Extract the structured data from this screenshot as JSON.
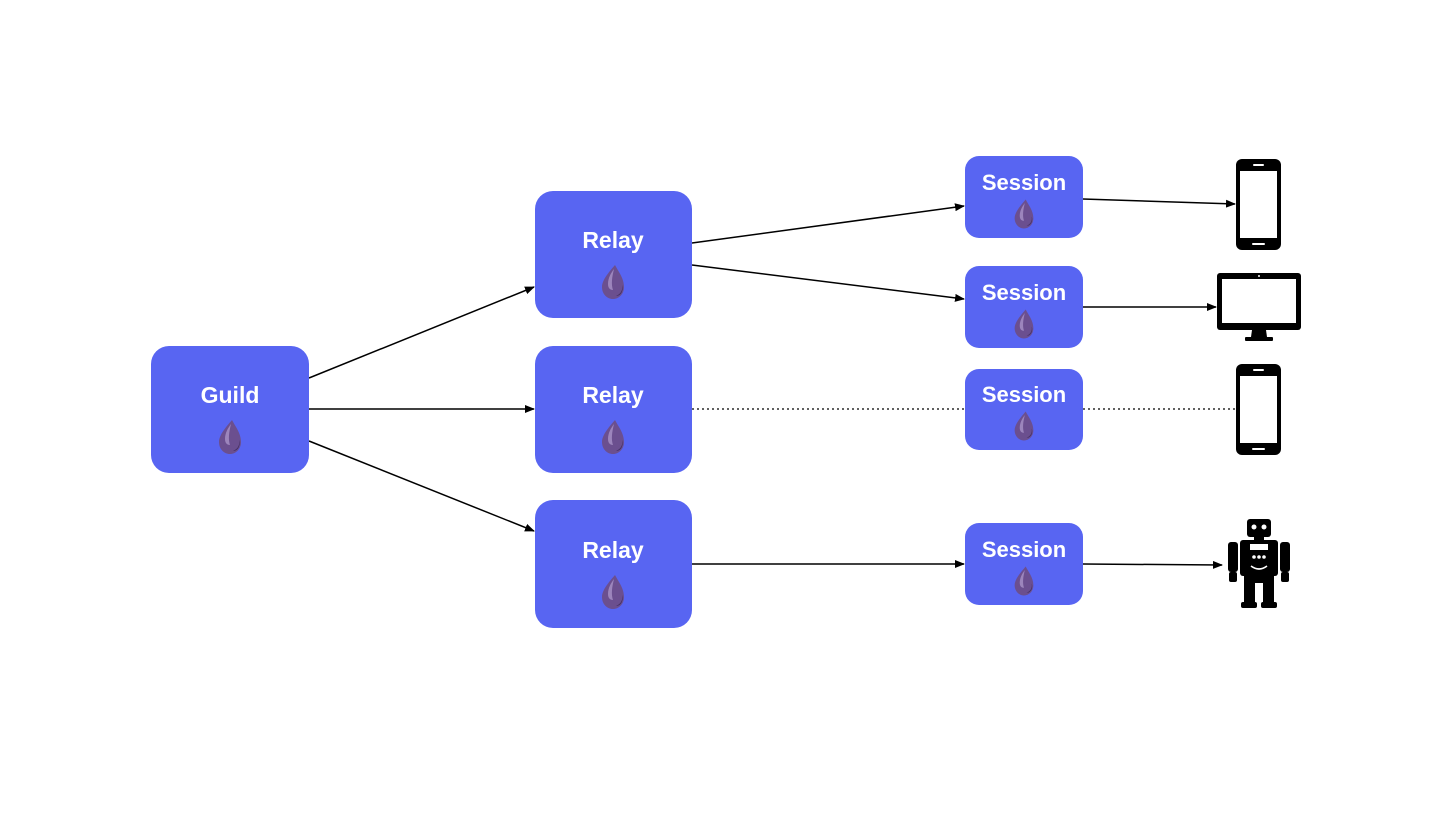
{
  "diagram": {
    "colors": {
      "node_fill": "#5865F2",
      "node_text": "#ffffff",
      "edge": "#000000",
      "device": "#000000",
      "drop_main": "#6b4f8f",
      "drop_light": "#a48ec4",
      "drop_dark": "#3d2a5a"
    },
    "nodes": {
      "guild": {
        "label": "Guild",
        "icon": "elixir-drop-icon"
      },
      "relay_1": {
        "label": "Relay",
        "icon": "elixir-drop-icon"
      },
      "relay_2": {
        "label": "Relay",
        "icon": "elixir-drop-icon"
      },
      "relay_3": {
        "label": "Relay",
        "icon": "elixir-drop-icon"
      },
      "session_1": {
        "label": "Session",
        "icon": "elixir-drop-icon"
      },
      "session_2": {
        "label": "Session",
        "icon": "elixir-drop-icon"
      },
      "session_3": {
        "label": "Session",
        "icon": "elixir-drop-icon"
      },
      "session_4": {
        "label": "Session",
        "icon": "elixir-drop-icon"
      }
    },
    "devices": {
      "device_1": {
        "icon": "smartphone-icon"
      },
      "device_2": {
        "icon": "desktop-monitor-icon"
      },
      "device_3": {
        "icon": "smartphone-icon"
      },
      "device_4": {
        "icon": "robot-icon"
      }
    },
    "edges": [
      {
        "from": "guild",
        "to": "relay_1",
        "style": "solid",
        "arrow": true
      },
      {
        "from": "guild",
        "to": "relay_2",
        "style": "solid",
        "arrow": true
      },
      {
        "from": "guild",
        "to": "relay_3",
        "style": "solid",
        "arrow": true
      },
      {
        "from": "relay_1",
        "to": "session_1",
        "style": "solid",
        "arrow": true
      },
      {
        "from": "relay_1",
        "to": "session_2",
        "style": "solid",
        "arrow": true
      },
      {
        "from": "relay_2",
        "to": "session_3",
        "style": "dotted",
        "arrow": false
      },
      {
        "from": "relay_3",
        "to": "session_4",
        "style": "solid",
        "arrow": true
      },
      {
        "from": "session_1",
        "to": "device_1",
        "style": "solid",
        "arrow": true
      },
      {
        "from": "session_2",
        "to": "device_2",
        "style": "solid",
        "arrow": true
      },
      {
        "from": "session_3",
        "to": "device_3",
        "style": "dotted",
        "arrow": false
      },
      {
        "from": "session_4",
        "to": "device_4",
        "style": "solid",
        "arrow": true
      }
    ]
  }
}
